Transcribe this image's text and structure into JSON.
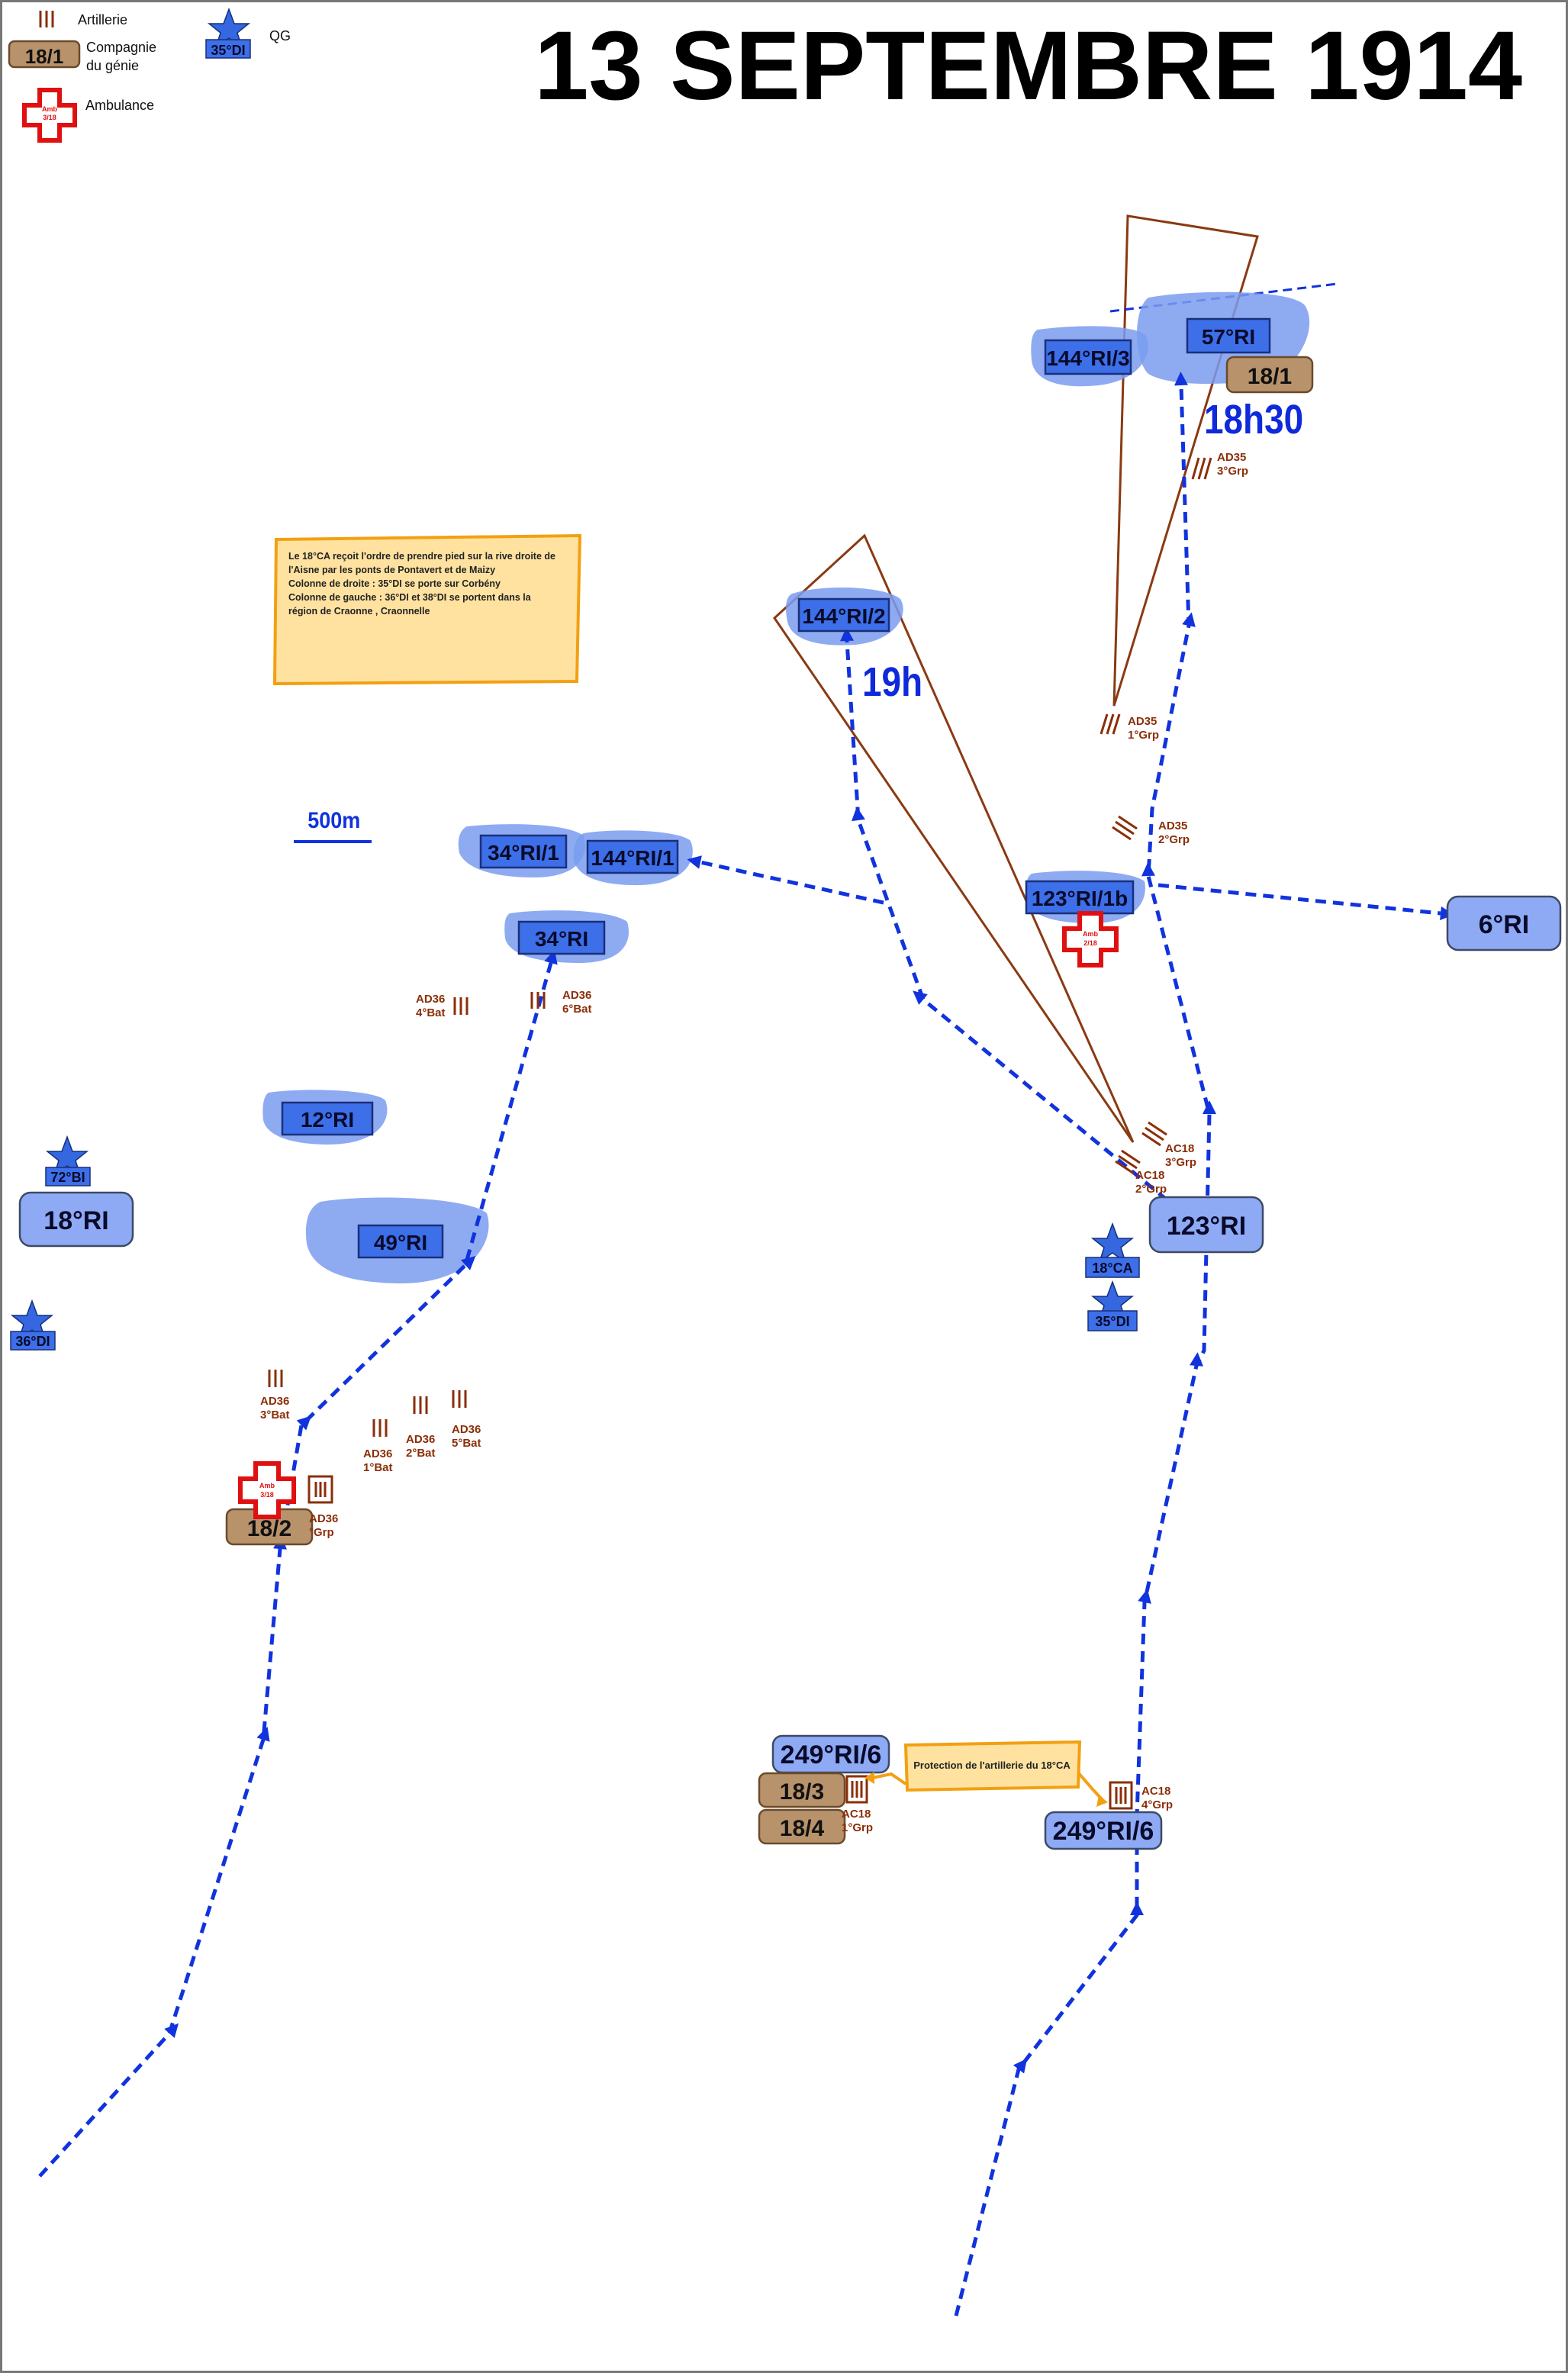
{
  "title": "13 SEPTEMBRE 1914",
  "legend": {
    "artillery": "Artillerie",
    "engineer_company_code": "18/1",
    "engineer_company_line1": "Compagnie",
    "engineer_company_line2": "du génie",
    "hq_code": "35°DI",
    "hq": "QG",
    "ambulance": "Ambulance",
    "ambulance_code_1": "Amb",
    "ambulance_code_2": "3/18"
  },
  "note": {
    "lines": [
      "Le 18°CA reçoit l'ordre de prendre pied sur la rive droite de",
      "l'Aisne par les ponts de Pontavert et de Maizy",
      "Colonne de droite : 35°DI se porte sur Corbény",
      "Colonne de gauche : 36°DI et 38°DI se portent dans la",
      "région de Craonne , Craonnelle"
    ]
  },
  "scale": "500m",
  "times": {
    "t1": "18h30",
    "t2": "19h"
  },
  "units": {
    "ri57": "57°RI",
    "ri144_3": "144°RI/3",
    "ri144_2": "144°RI/2",
    "ri34_1": "34°RI/1",
    "ri144_1": "144°RI/1",
    "ri34": "34°RI",
    "ri123_1b": "123°RI/1b",
    "ri12": "12°RI",
    "ri49": "49°RI",
    "ri6": "6°RI",
    "ri18": "18°RI",
    "ri123": "123°RI",
    "ri249_6_a": "249°RI/6",
    "ri249_6_b": "249°RI/6"
  },
  "engineers": {
    "e18_1": "18/1",
    "e18_2": "18/2",
    "e18_3": "18/3",
    "e18_4": "18/4"
  },
  "hq": {
    "bi72": "72°BI",
    "di36": "36°DI",
    "ca18": "18°CA",
    "di35": "35°DI"
  },
  "ambulances": {
    "amb2_line1": "Amb",
    "amb2_line2": "2/18",
    "amb3_line1": "Amb",
    "amb3_line2": "3/18"
  },
  "artillery": {
    "ad35_3": [
      "AD35",
      "3°Grp"
    ],
    "ad35_1": [
      "AD35",
      "1°Grp"
    ],
    "ad35_2": [
      "AD35",
      "2°Grp"
    ],
    "ad36_4": [
      "AD36",
      "4°Bat"
    ],
    "ad36_6": [
      "AD36",
      "6°Bat"
    ],
    "ac18_3": [
      "AC18",
      "3°Grp"
    ],
    "ac18_2": [
      "AC18",
      "2°Grp"
    ],
    "ad36_3": [
      "AD36",
      "3°Bat"
    ],
    "ad36_1": [
      "AD36",
      "1°Bat"
    ],
    "ad36_2": [
      "AD36",
      "2°Bat"
    ],
    "ad36_5": [
      "AD36",
      "5°Bat"
    ],
    "ad36_grp": [
      "AD36",
      "°Grp"
    ],
    "ac18_1": [
      "AC18",
      "1°Grp"
    ],
    "ac18_4": [
      "AC18",
      "4°Grp"
    ]
  },
  "protection": "Protection de l'artillerie du 18°CA",
  "colors": {
    "route": "#1133dd",
    "zone": "#7a9cf0",
    "unit_box": "#3c6fe8",
    "regiment_box": "#8eaaf5",
    "engineer": "#b8926a",
    "artillery": "#8a2f08",
    "ambulance": "#e01010",
    "note_fill": "#ffe2a0",
    "note_border": "#f2a012"
  }
}
